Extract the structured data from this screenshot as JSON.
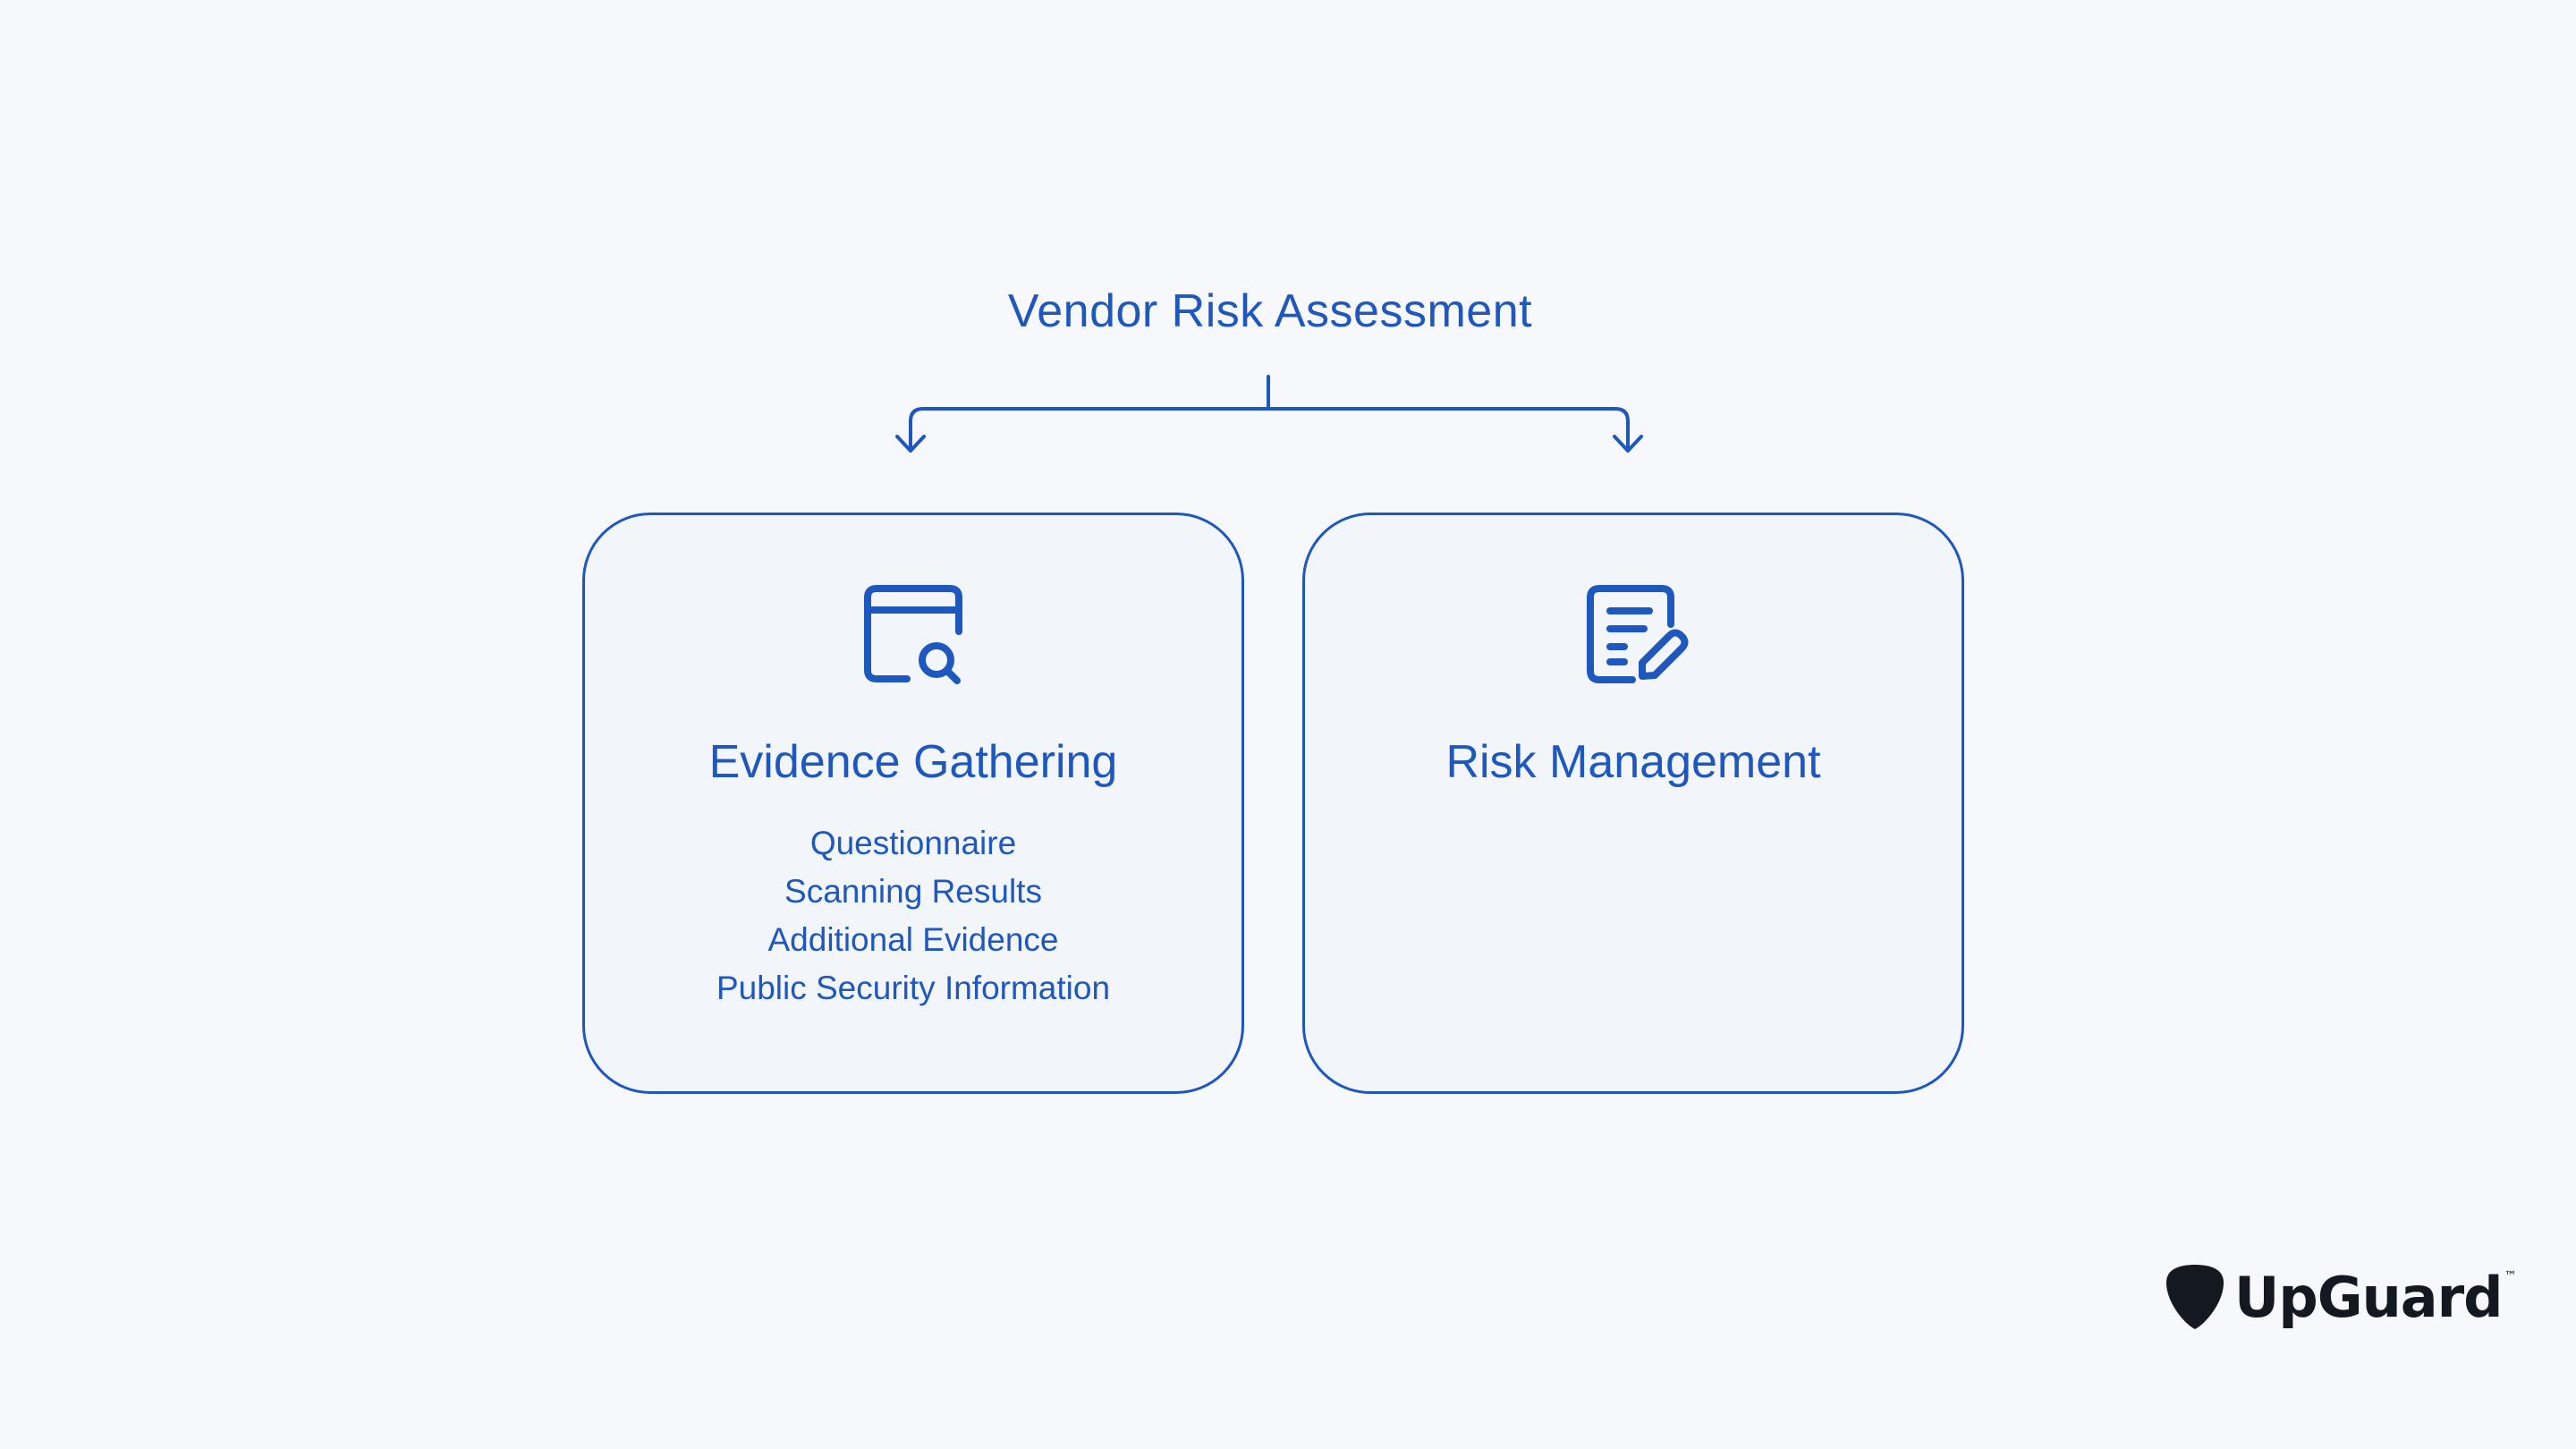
{
  "diagram": {
    "title": "Vendor Risk Assessment",
    "branches": [
      {
        "title": "Evidence Gathering",
        "icon": "browser-search-icon",
        "items": [
          "Questionnaire",
          "Scanning Results",
          "Additional Evidence",
          "Public Security Information"
        ]
      },
      {
        "title": "Risk Management",
        "icon": "document-edit-icon",
        "items": []
      }
    ]
  },
  "brand": {
    "name": "UpGuard",
    "trademark": "™",
    "icon": "guitar-pick-logo-icon"
  },
  "colors": {
    "accent": "#1e57be",
    "background": "#f7f8fb",
    "card_fill": "#f2f6fb",
    "logo": "#141821"
  }
}
